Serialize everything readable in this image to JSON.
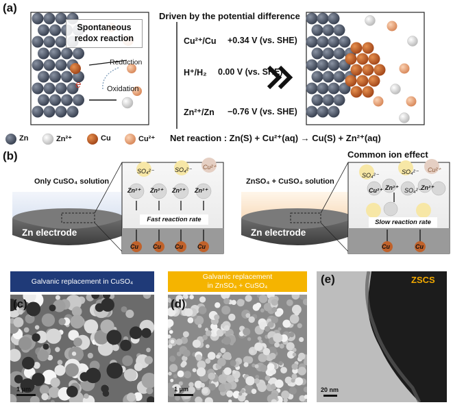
{
  "panel_a": {
    "label": "(a)",
    "left_box": {
      "title_line1": "Spontaneous",
      "title_line2": "redox reaction",
      "reduction": "Reduction",
      "electron": "e",
      "oxidation": "Oxidation"
    },
    "header": "Driven by the potential difference",
    "potentials": [
      {
        "couple": "Cu²⁺/Cu",
        "value": "+0.34 V (vs. SHE)"
      },
      {
        "couple": "H⁺/H₂",
        "value": "0.00 V (vs. SHE)"
      },
      {
        "couple": "Zn²⁺/Zn",
        "value": "−0.76 V (vs. SHE)"
      }
    ],
    "net_reaction": "Net reaction : Zn(S) + Cu²⁺(aq) → Cu(S) + Zn²⁺(aq)",
    "legend": [
      {
        "label": "Zn",
        "color": "#4a5263"
      },
      {
        "label": "Zn²⁺",
        "color": "#d6d6d6"
      },
      {
        "label": "Cu",
        "color": "#c0622b"
      },
      {
        "label": "Cu²⁺",
        "color": "#e8a57e"
      }
    ]
  },
  "panel_b": {
    "label": "(b)",
    "left": {
      "solution": "Only CuSO₄ solution",
      "electrode": "Zn electrode",
      "ions_top": [
        "SO₄²⁻",
        "SO₄²⁻",
        "Cu²⁺"
      ],
      "zn_ions": [
        "Zn²⁺",
        "Zn²⁺",
        "Zn²⁺",
        "Zn²⁺"
      ],
      "rate": "Fast reaction rate",
      "cu": [
        "Cu",
        "Cu",
        "Cu",
        "Cu"
      ]
    },
    "right": {
      "title": "Common ion effect",
      "solution": "ZnSO₄ + CuSO₄ solution",
      "electrode": "Zn electrode",
      "ions_top": [
        "SO₄²⁻",
        "SO₄²⁻",
        "Cu²⁺"
      ],
      "zn_ions": [
        "Cu²⁺",
        "Zn²⁺",
        "SO₄²⁻",
        "Zn²⁺"
      ],
      "rate": "Slow reaction rate",
      "cu": [
        "Cu",
        "Cu"
      ]
    }
  },
  "panel_c": {
    "label": "(c)",
    "banner": "Galvanic replacement in CuSO₄",
    "scale": "1 μm",
    "banner_color": "#1f3a78"
  },
  "panel_d": {
    "label": "(d)",
    "banner_line1": "Galvanic replacement",
    "banner_line2": "in ZnSO₄ + CuSO₄",
    "scale": "1 μm",
    "banner_color": "#f5b400"
  },
  "panel_e": {
    "label": "(e)",
    "sample": "ZSCS",
    "scale": "20 nm",
    "sample_color": "#f2a900"
  }
}
